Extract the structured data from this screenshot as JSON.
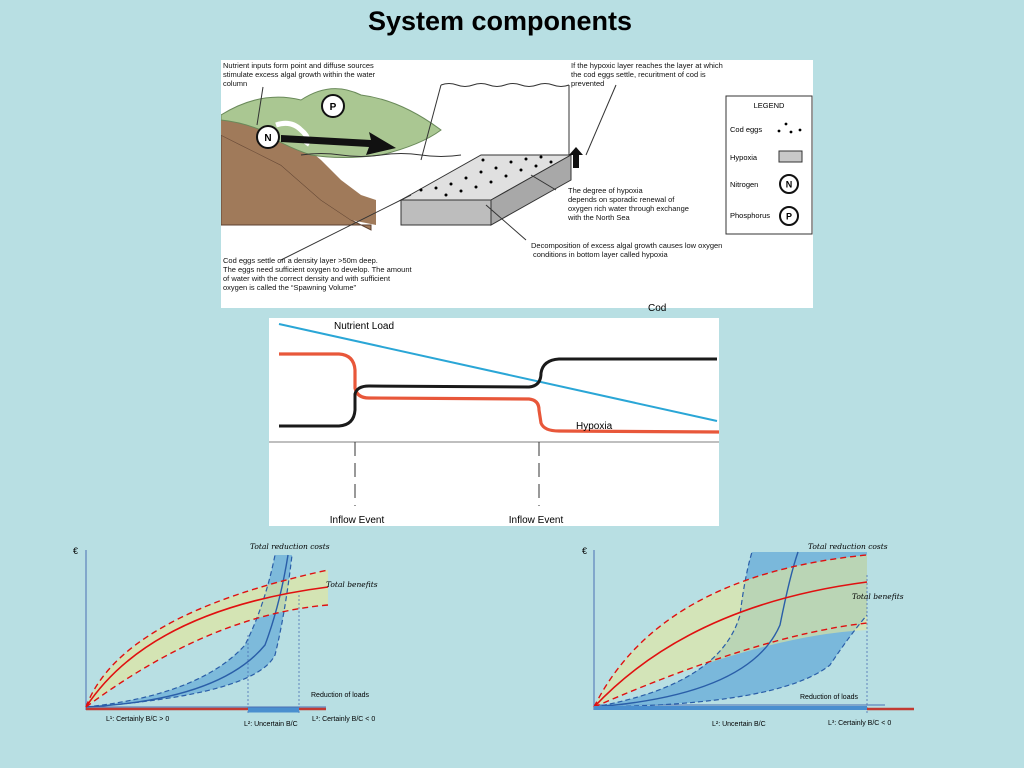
{
  "title": "System components",
  "diagram1": {
    "nutrient_note": [
      "Nutrient inputs form point and diffuse sources",
      "stimulate  excess algal growth within the water",
      "column"
    ],
    "hypoxic_note": [
      "If the hypoxic layer reaches the layer at which",
      "the  cod eggs settle, recuritment of cod is",
      "prevented"
    ],
    "degree_note": [
      "The degree of hypoxia",
      "depends on sporadic renewal of",
      "oxygen rich water through exchange",
      "with the North Sea"
    ],
    "decomposition_note": [
      "Decomposition of excess algal growth causes low oxygen",
      "conditions in bottom layer called hypoxia"
    ],
    "eggs_note": [
      "Cod eggs settle on a density layer >50m deep.",
      "The eggs need sufficient oxygen to develop. The amount",
      "of water  with  the correct density and with sufficient",
      "oxygen is called the “Spawning Volume”"
    ],
    "n_symbol": "N",
    "p_symbol": "P",
    "legend": {
      "title": "LEGEND",
      "items": [
        "Cod eggs",
        "Hypoxia",
        "Nitrogen",
        "Phosphorus"
      ],
      "symbols": [
        "N",
        "P"
      ]
    }
  },
  "cod_label": "Cod",
  "diagram2": {
    "nutrient_label": "Nutrient Load",
    "hypoxia_label": "Hypoxia",
    "events": [
      "Inflow Event",
      "Inflow Event"
    ]
  },
  "chart_left": {
    "y_symbol": "€",
    "costs_label": "Total reduction costs",
    "benefits_label": "Total benefits",
    "loads_label": "Reduction of loads",
    "region_labels": [
      "L¹: Certainly B/C > 0",
      "L²: Uncertain B/C",
      "L³: Certainly B/C < 0"
    ]
  },
  "chart_right": {
    "y_symbol": "€",
    "costs_label": "Total reduction costs",
    "benefits_label": "Total benefits",
    "loads_label": "Reduction of loads",
    "region_labels": [
      "L²: Uncertain B/C",
      "L³: Certainly B/C < 0"
    ]
  },
  "colors": {
    "background": "#b8dfe3",
    "hypoxia_red": "#e8573a",
    "cod_black": "#1a1a1a",
    "nutrient_blue": "#2aa6d6",
    "benefit_red": "#e01010",
    "cost_blue": "#2a5ea8",
    "uncertainty_yellow": "#e4e79b",
    "uncertainty_blue": "#6aaed8"
  }
}
